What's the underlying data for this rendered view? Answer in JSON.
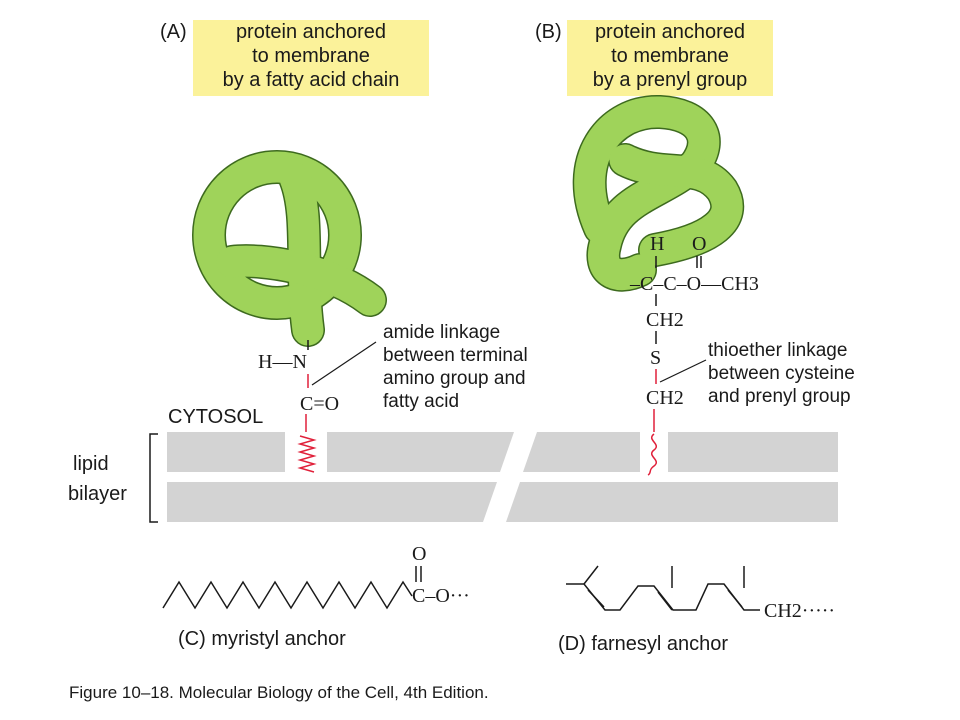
{
  "panel_a": {
    "letter": "(A)",
    "title_lines": [
      "protein anchored",
      "to membrane",
      "by a fatty acid chain"
    ],
    "linkage_lines": [
      "amide linkage",
      "between terminal",
      "amino group and",
      "fatty acid"
    ],
    "chem": {
      "h_n": "H—N",
      "c_o": "C=O"
    }
  },
  "panel_b": {
    "letter": "(B)",
    "title_lines": [
      "protein anchored",
      "to membrane",
      "by a prenyl group"
    ],
    "linkage_lines": [
      "thioether linkage",
      "between cysteine",
      "and prenyl group"
    ],
    "chem": {
      "h": "H",
      "o": "O",
      "chain": "–C–C–O—CH3",
      "ch2_top": "CH2",
      "s": "S",
      "ch2_bottom": "CH2"
    }
  },
  "labels": {
    "cytosol": "CYTOSOL",
    "bilayer_lines": [
      "lipid",
      "bilayer"
    ]
  },
  "panel_c": {
    "o": "O",
    "chain": "C–O···",
    "caption": "(C)  myristyl anchor"
  },
  "panel_d": {
    "chain": "CH2·····",
    "caption": "(D)  farnesyl anchor"
  },
  "figure_caption": "Figure 10–18. Molecular Biology of the Cell, 4th Edition.",
  "colors": {
    "highlight": "#fbf29a",
    "protein": "#9fd35a",
    "protein_outline": "#3d6a1e",
    "membrane": "#d3d3d3",
    "anchor_red": "#e0203a"
  }
}
